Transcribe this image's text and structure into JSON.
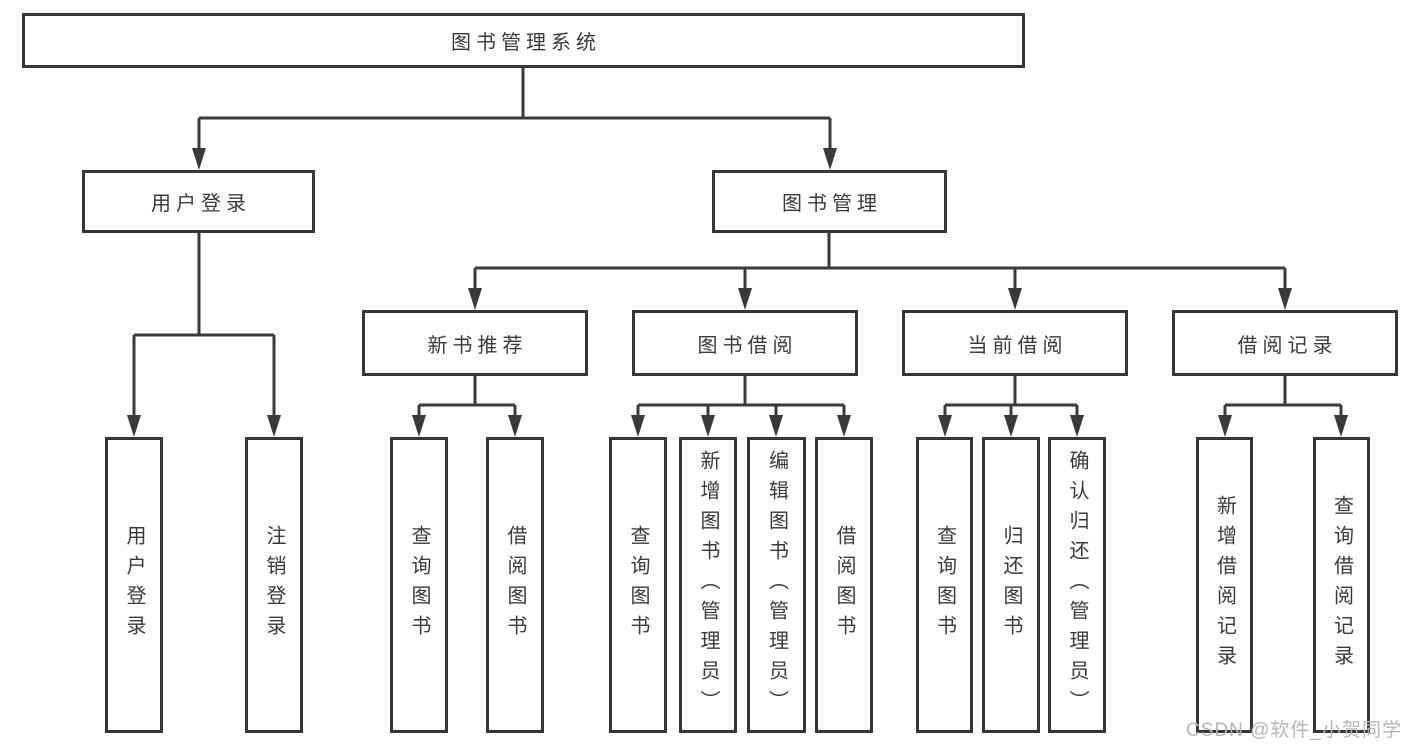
{
  "diagram": {
    "tree": {
      "root": {
        "label": "图书管理系统",
        "children": [
          {
            "label": "用户登录",
            "children": [
              {
                "label": "用户登录"
              },
              {
                "label": "注销登录"
              }
            ]
          },
          {
            "label": "图书管理",
            "children": [
              {
                "label": "新书推荐",
                "children": [
                  {
                    "label": "查询图书"
                  },
                  {
                    "label": "借阅图书"
                  }
                ]
              },
              {
                "label": "图书借阅",
                "children": [
                  {
                    "label": "查询图书"
                  },
                  {
                    "label": "新增图书（管理员）"
                  },
                  {
                    "label": "编辑图书（管理员）"
                  },
                  {
                    "label": "借阅图书"
                  }
                ]
              },
              {
                "label": "当前借阅",
                "children": [
                  {
                    "label": "查询图书"
                  },
                  {
                    "label": "归还图书"
                  },
                  {
                    "label": "确认归还（管理员）"
                  }
                ]
              },
              {
                "label": "借阅记录",
                "children": [
                  {
                    "label": "新增借阅记录"
                  },
                  {
                    "label": "查询借阅记录"
                  }
                ]
              }
            ]
          }
        ]
      }
    },
    "colors": {
      "background": "#ffffff",
      "box_border": "#363636",
      "connector_line": "#3a3a3a",
      "text": "#3a3a3a",
      "watermark": "#b3b6bc"
    }
  },
  "watermark": {
    "text": "CSDN @软件_小贺同学"
  }
}
